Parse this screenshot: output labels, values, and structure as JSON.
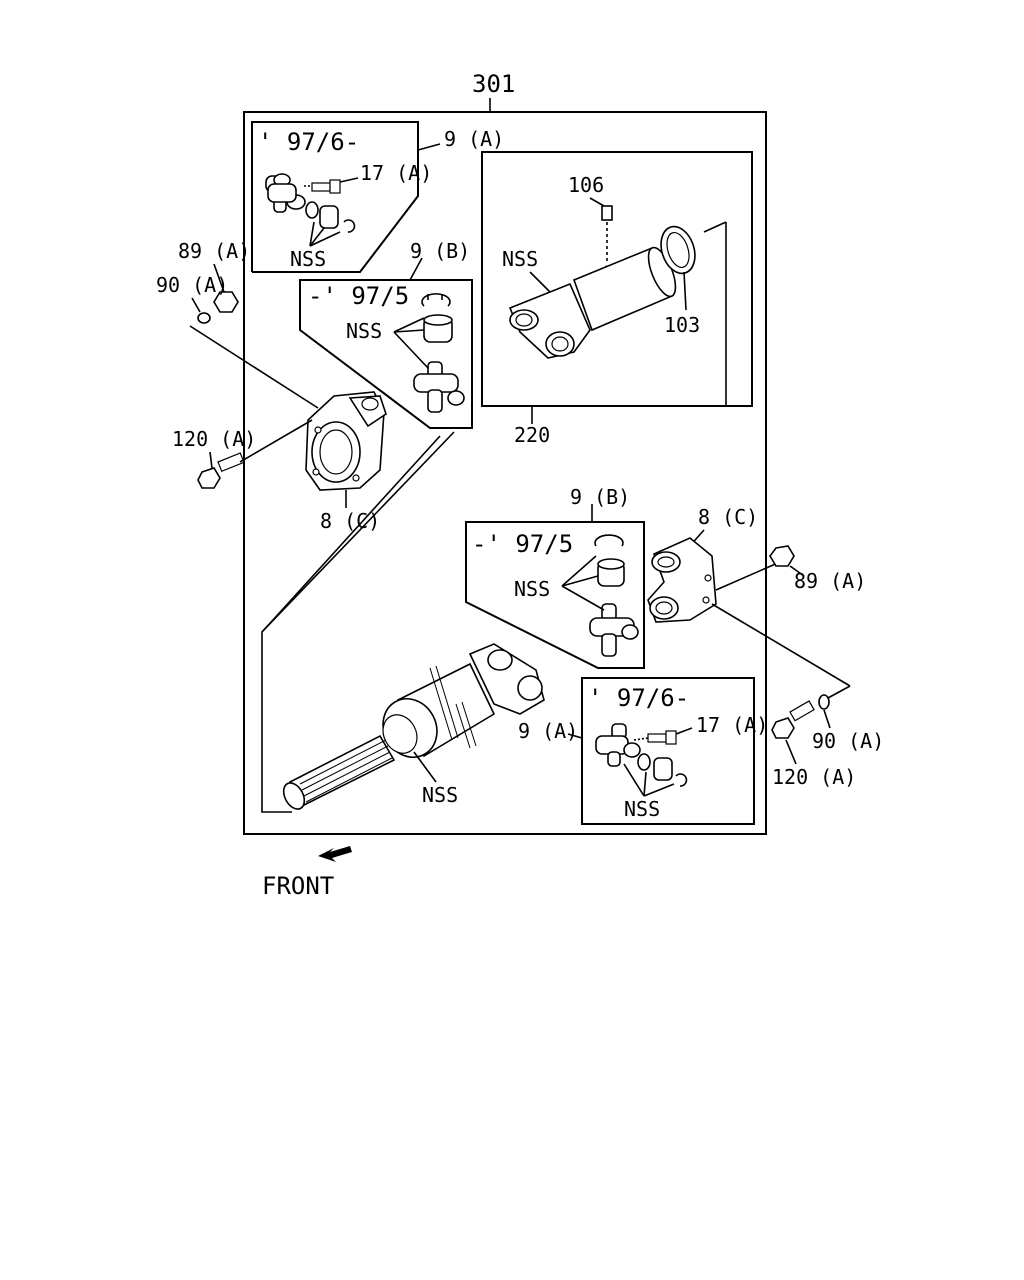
{
  "diagram": {
    "assembly_number": "301",
    "front_label": "FRONT",
    "labels": {
      "top_inset_date": "' 97/6-",
      "top_9a": "9 (A)",
      "top_17a": "17 (A)",
      "top_nss": "NSS",
      "top_9b": "9 (B)",
      "upper_date_b": "-' 97/5",
      "upper_nss_b": "NSS",
      "left_89a": "89 (A)",
      "left_90a": "90 (A)",
      "left_120a": "120 (A)",
      "left_8c": "8 (C)",
      "tube_106": "106",
      "tube_nss": "NSS",
      "tube_103": "103",
      "tube_220": "220",
      "mid_9b": "9 (B)",
      "mid_date_b": "-' 97/5",
      "mid_nss": "NSS",
      "right_8c": "8 (C)",
      "right_89a": "89 (A)",
      "right_90a": "90 (A)",
      "right_120a": "120 (A)",
      "bottom_date": "' 97/6-",
      "bottom_9a": "9 (A)",
      "bottom_17a": "17 (A)",
      "bottom_nss": "NSS",
      "shaft_nss": "NSS"
    }
  }
}
